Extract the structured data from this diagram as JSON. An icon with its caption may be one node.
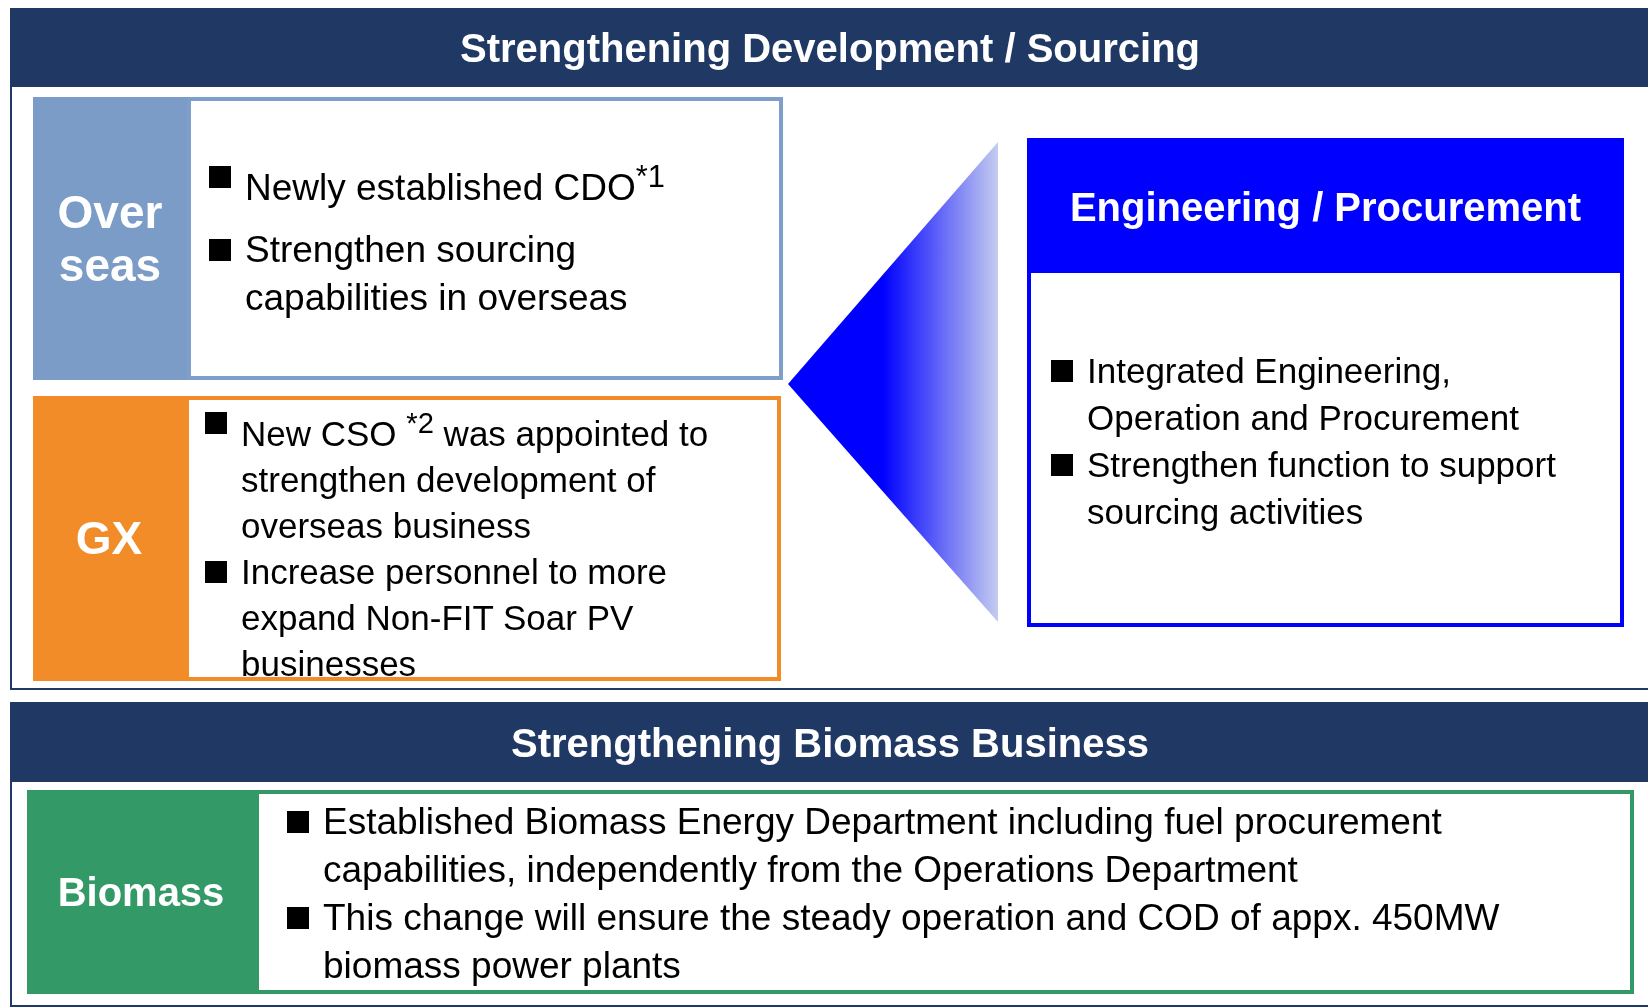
{
  "diagram": {
    "nodes": [
      {
        "text": [
          "Strengthening Development / Sourcing"
        ]
      },
      {
        "text": [
          "Over seas"
        ],
        "in": 0
      },
      {
        "text": [
          "Newly established CDO$^{*1}$",
          "Strengthen sourcing capabilities in overseas"
        ],
        "in": 0
      },
      {
        "text": [
          "GX"
        ],
        "in": 0
      },
      {
        "text": [
          "New CSO $^{*2}$ was appointed to strengthen development of overseas business",
          "Increase personnel to more expand Non-FIT Soar PV businesses"
        ],
        "in": 0
      },
      {
        "text": [
          "Engineering / Procurement",
          "Integrated Engineering, Operation and Procurement",
          "Strengthen function to support sourcing activities"
        ],
        "in": 0
      },
      {
        "text": [
          "Strengthening Biomass Business"
        ]
      },
      {
        "text": [
          "Biomass"
        ],
        "in": 6
      },
      {
        "text": [
          "Established Biomass Energy Department including fuel procurement capabilities, independently from the Operations Department",
          "This change will ensure the steady operation and COD of appx. 450MW biomass power plants"
        ],
        "in": 6
      }
    ]
  }
}
